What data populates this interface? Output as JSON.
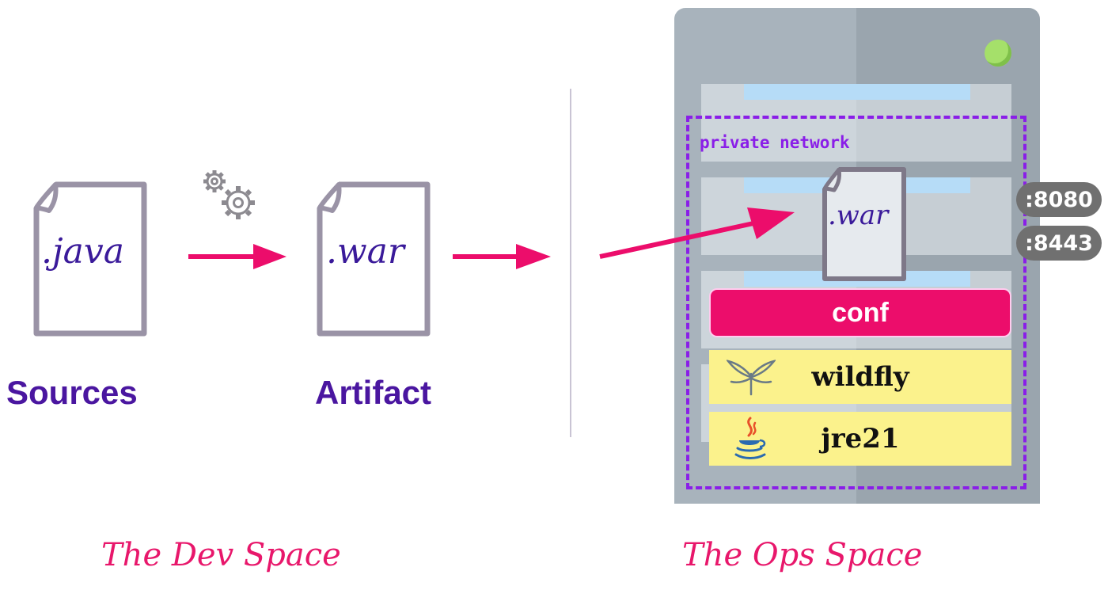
{
  "dev": {
    "source_file": ".java",
    "source_label": "Sources",
    "artifact_file": ".war",
    "artifact_label": "Artifact",
    "space_label": "The Dev Space",
    "build_icon": "gears-icon"
  },
  "ops": {
    "space_label": "The Ops Space",
    "network_label": "private network",
    "deployed_file": ".war",
    "layers": [
      {
        "label": "conf",
        "icon": ""
      },
      {
        "label": "wildfly",
        "icon": "wildfly-logo-icon"
      },
      {
        "label": "jre21",
        "icon": "java-logo-icon"
      }
    ],
    "ports": [
      ":8080",
      ":8443"
    ],
    "server_icon": "server-rack-icon"
  },
  "colors": {
    "accent_pink": "#ec0d6b",
    "label_purple": "#4a16a0",
    "network_purple": "#8a1ee8",
    "layer_yellow": "#fbf28c",
    "file_gray": "#9a93a6",
    "port_gray": "#707070"
  }
}
